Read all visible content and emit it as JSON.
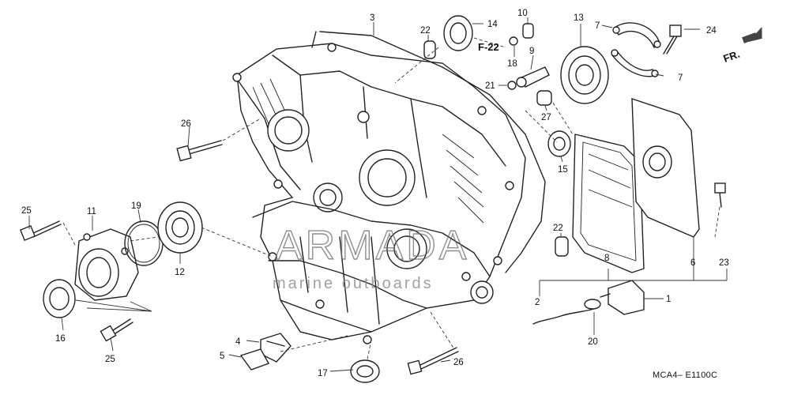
{
  "callouts": [
    {
      "id": "c1",
      "label": "1"
    },
    {
      "id": "c2",
      "label": "2"
    },
    {
      "id": "c3",
      "label": "3"
    },
    {
      "id": "c4",
      "label": "4"
    },
    {
      "id": "c5",
      "label": "5"
    },
    {
      "id": "c6",
      "label": "6"
    },
    {
      "id": "c7a",
      "label": "7"
    },
    {
      "id": "c7b",
      "label": "7"
    },
    {
      "id": "c8",
      "label": "8"
    },
    {
      "id": "c9",
      "label": "9"
    },
    {
      "id": "c10",
      "label": "10"
    },
    {
      "id": "c11",
      "label": "11"
    },
    {
      "id": "c12",
      "label": "12"
    },
    {
      "id": "c13",
      "label": "13"
    },
    {
      "id": "c14",
      "label": "14"
    },
    {
      "id": "c15",
      "label": "15"
    },
    {
      "id": "c16",
      "label": "16"
    },
    {
      "id": "c17",
      "label": "17"
    },
    {
      "id": "c18",
      "label": "18"
    },
    {
      "id": "c19",
      "label": "19"
    },
    {
      "id": "c20",
      "label": "20"
    },
    {
      "id": "c21",
      "label": "21"
    },
    {
      "id": "c22a",
      "label": "22"
    },
    {
      "id": "c22b",
      "label": "22"
    },
    {
      "id": "c23",
      "label": "23"
    },
    {
      "id": "c24",
      "label": "24"
    },
    {
      "id": "c25a",
      "label": "25"
    },
    {
      "id": "c25b",
      "label": "25"
    },
    {
      "id": "c26a",
      "label": "26"
    },
    {
      "id": "c26b",
      "label": "26"
    },
    {
      "id": "c27",
      "label": "27"
    }
  ],
  "reference": {
    "label": "F-22"
  },
  "direction": {
    "label": "FR."
  },
  "diagram_code": "MCA4– E1100C",
  "watermark": {
    "main": "ARMADA",
    "sub": "marine outboards",
    "accent_color": "#e38ab0"
  }
}
